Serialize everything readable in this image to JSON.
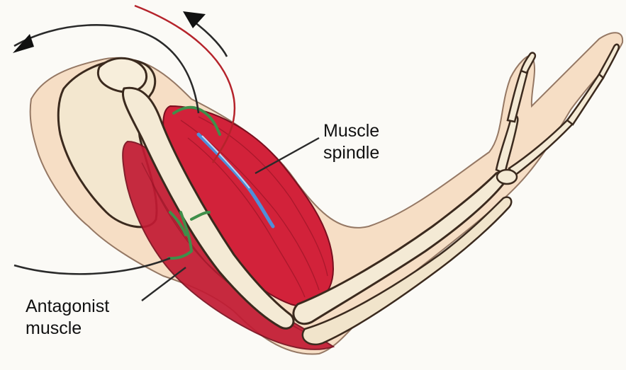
{
  "labels": {
    "muscle_spindle": {
      "line1": "Muscle",
      "line2": "spindle"
    },
    "antagonist_muscle": {
      "line1": "Antagonist",
      "line2": "muscle"
    }
  },
  "colors": {
    "background": "#fbfaf6",
    "skin": "#f6dcc0",
    "bone": "#f3e7cf",
    "muscle": "#d2223a",
    "muscle_dark": "#9c1226",
    "nerve_green": "#3f8f4a",
    "nerve_red": "#b5232b",
    "spindle_blue": "#4f8fd9",
    "arrow": "#1b1b1b"
  }
}
